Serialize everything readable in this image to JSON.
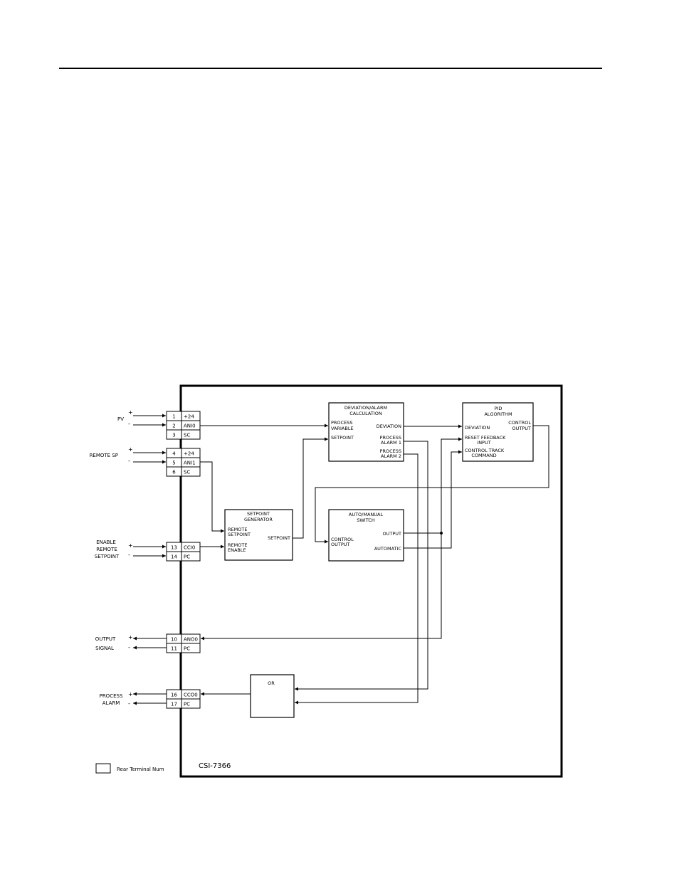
{
  "diagram": {
    "drawing_number": "CSI-7366",
    "legend": {
      "text": "Rear Terminal Num"
    },
    "external_labels": {
      "pv": "PV",
      "remote_sp": "REMOTE SP",
      "enable_remote_setpoint": [
        "ENABLE",
        "REMOTE",
        "SETPOINT"
      ],
      "output_signal": [
        "OUTPUT",
        "SIGNAL"
      ],
      "process_alarm": [
        "PROCESS",
        "ALARM"
      ]
    },
    "polarity": {
      "plus": "+",
      "minus": "-"
    },
    "terminals": [
      {
        "num": "1",
        "name": "+24"
      },
      {
        "num": "2",
        "name": "ANI0"
      },
      {
        "num": "3",
        "name": "SC"
      },
      {
        "num": "4",
        "name": "+24"
      },
      {
        "num": "5",
        "name": "ANI1"
      },
      {
        "num": "6",
        "name": "SC"
      },
      {
        "num": "13",
        "name": "CCI0"
      },
      {
        "num": "14",
        "name": "PC"
      },
      {
        "num": "10",
        "name": "ANO0"
      },
      {
        "num": "11",
        "name": "PC"
      },
      {
        "num": "16",
        "name": "CCO0"
      },
      {
        "num": "17",
        "name": "PC"
      }
    ],
    "blocks": {
      "deviation_alarm": {
        "title": [
          "DEVIATION/ALARM",
          "CALCULATION"
        ],
        "inputs": [
          [
            "PROCESS",
            "VARIABLE"
          ],
          [
            "SETPOINT"
          ]
        ],
        "outputs": [
          [
            "DEVIATION"
          ],
          [
            "PROCESS",
            "ALARM 1"
          ],
          [
            "PROCESS",
            "ALARM 2"
          ]
        ]
      },
      "pid": {
        "title": [
          "PID",
          "ALGORITHM"
        ],
        "inputs": [
          [
            "DEVIATION"
          ],
          [
            "RESET FEEDBACK",
            "INPUT"
          ],
          [
            "CONTROL TRACK",
            "COMMAND"
          ]
        ],
        "outputs": [
          [
            "CONTROL",
            "OUTPUT"
          ]
        ]
      },
      "setpoint_generator": {
        "title": [
          "SETPOINT",
          "GENERATOR"
        ],
        "inputs": [
          [
            "REMOTE",
            "SETPOINT"
          ],
          [
            "REMOTE",
            "ENABLE"
          ]
        ],
        "outputs": [
          [
            "SETPOINT"
          ]
        ]
      },
      "auto_manual": {
        "title": [
          "AUTO/MANUAL",
          "SWITCH"
        ],
        "inputs": [
          [
            "CONTROL",
            "OUTPUT"
          ]
        ],
        "outputs": [
          [
            "OUTPUT"
          ],
          [
            "AUTOMATIC"
          ]
        ]
      },
      "or_gate": {
        "title": [
          "OR"
        ]
      }
    }
  }
}
